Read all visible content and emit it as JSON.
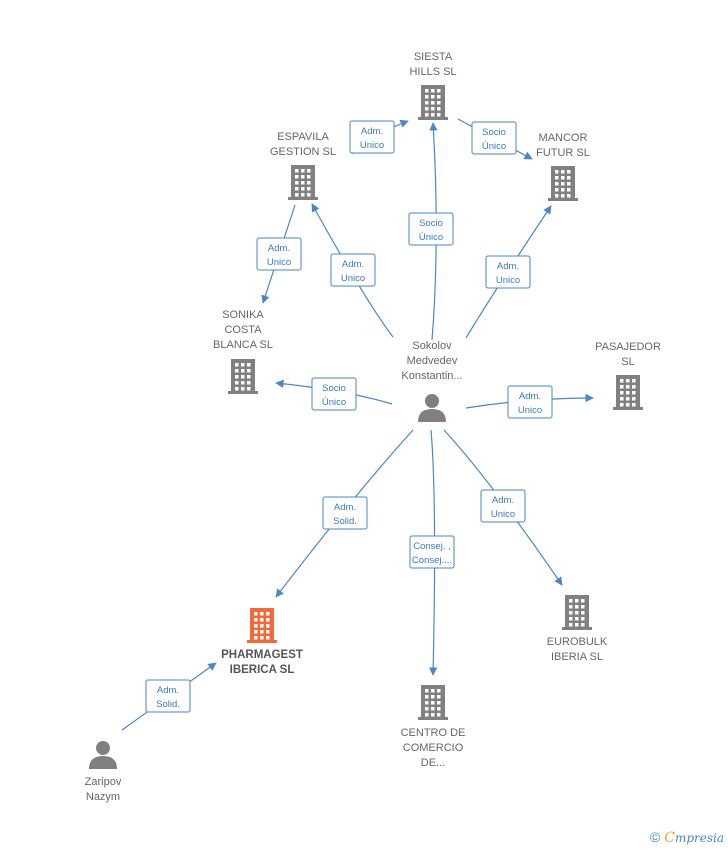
{
  "colors": {
    "company": "#808080",
    "focus_company": "#f26a3a",
    "person": "#808080",
    "edge": "#4a86c8"
  },
  "nodes": [
    {
      "id": "siesta",
      "type": "company",
      "lines": [
        "SIESTA",
        "HILLS SL"
      ]
    },
    {
      "id": "espavila",
      "type": "company",
      "lines": [
        "ESPAVILA",
        "GESTION SL"
      ]
    },
    {
      "id": "mancor",
      "type": "company",
      "lines": [
        "MANCOR",
        "FUTUR SL"
      ]
    },
    {
      "id": "sonika",
      "type": "company",
      "lines": [
        "SONIKA",
        "COSTA",
        "BLANCA SL"
      ]
    },
    {
      "id": "sokolov",
      "type": "person",
      "lines": [
        "Sokolov",
        "Medvedev",
        "Konstantin..."
      ]
    },
    {
      "id": "pasajedor",
      "type": "company",
      "lines": [
        "PASAJEDOR",
        "SL"
      ]
    },
    {
      "id": "pharmagest",
      "type": "focus",
      "lines": [
        "PHARMAGEST",
        "IBERICA SL"
      ]
    },
    {
      "id": "centro",
      "type": "company",
      "lines": [
        "CENTRO DE",
        "COMERCIO",
        "DE..."
      ]
    },
    {
      "id": "eurobulk",
      "type": "company",
      "lines": [
        "EUROBULK",
        "IBERIA SL"
      ]
    },
    {
      "id": "zaripov",
      "type": "person",
      "lines": [
        "Zaripov",
        "Nazym"
      ]
    }
  ],
  "edges": [
    {
      "from": "espavila",
      "to": "siesta",
      "badge": [
        "Adm.",
        "Unico"
      ]
    },
    {
      "from": "siesta",
      "to": "mancor",
      "badge": [
        "Socio",
        "Único"
      ]
    },
    {
      "from": "sokolov",
      "to": "siesta",
      "badge": [
        "Socio",
        "Único"
      ]
    },
    {
      "from": "espavila",
      "to": "sonika",
      "badge": [
        "Adm.",
        "Unico"
      ]
    },
    {
      "from": "sokolov",
      "to": "espavila",
      "badge": [
        "Adm.",
        "Unico"
      ]
    },
    {
      "from": "sokolov",
      "to": "mancor",
      "badge": [
        "Adm.",
        "Unico"
      ]
    },
    {
      "from": "sokolov",
      "to": "sonika",
      "badge": [
        "Socio",
        "Único"
      ]
    },
    {
      "from": "sokolov",
      "to": "pasajedor",
      "badge": [
        "Adm.",
        "Unico"
      ]
    },
    {
      "from": "sokolov",
      "to": "pharmagest",
      "badge": [
        "Adm.",
        "Solid."
      ]
    },
    {
      "from": "sokolov",
      "to": "centro",
      "badge": [
        "Consej. ,",
        "Consej...."
      ]
    },
    {
      "from": "sokolov",
      "to": "eurobulk",
      "badge": [
        "Adm.",
        "Unico"
      ]
    },
    {
      "from": "zaripov",
      "to": "pharmagest",
      "badge": [
        "Adm.",
        "Solid."
      ]
    }
  ],
  "footer": {
    "copyright": "©",
    "brand_first": "C",
    "brand_rest": "mpresia"
  }
}
